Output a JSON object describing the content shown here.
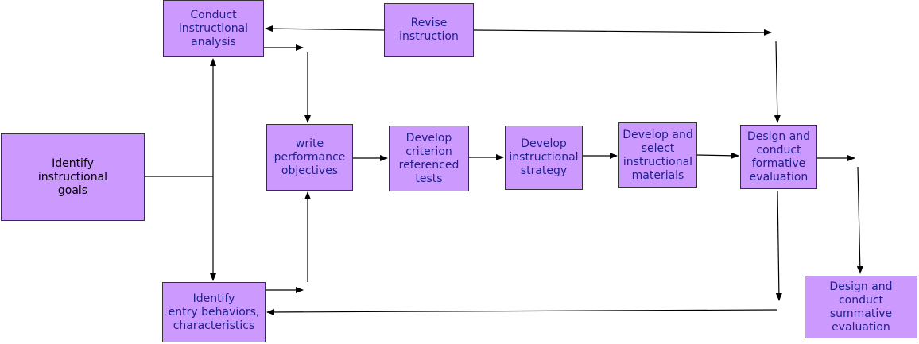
{
  "boxes": {
    "identify_goals": "Identify\ninstructional\ngoals",
    "conduct_analysis": "Conduct\ninstructional\nanalysis",
    "revise_instruction": "Revise\ninstruction",
    "identify_entry": "Identify\nentry behaviors,\ncharacteristics",
    "write_objectives": "write\nperformance\nobjectives",
    "develop_tests": "Develop\ncriterion\nreferenced\ntests",
    "develop_strategy": "Develop\ninstructional\nstrategy",
    "develop_materials": "Develop and\nselect\ninstructional\nmaterials",
    "formative_eval": "Design and\nconduct\nformative\nevaluation",
    "summative_eval": "Design and\nconduct\nsummative\nevaluation"
  },
  "colors": {
    "box_fill": "#cc99ff",
    "box_border": "#333333",
    "text_blue": "#1f1f8f",
    "line": "#000000"
  }
}
